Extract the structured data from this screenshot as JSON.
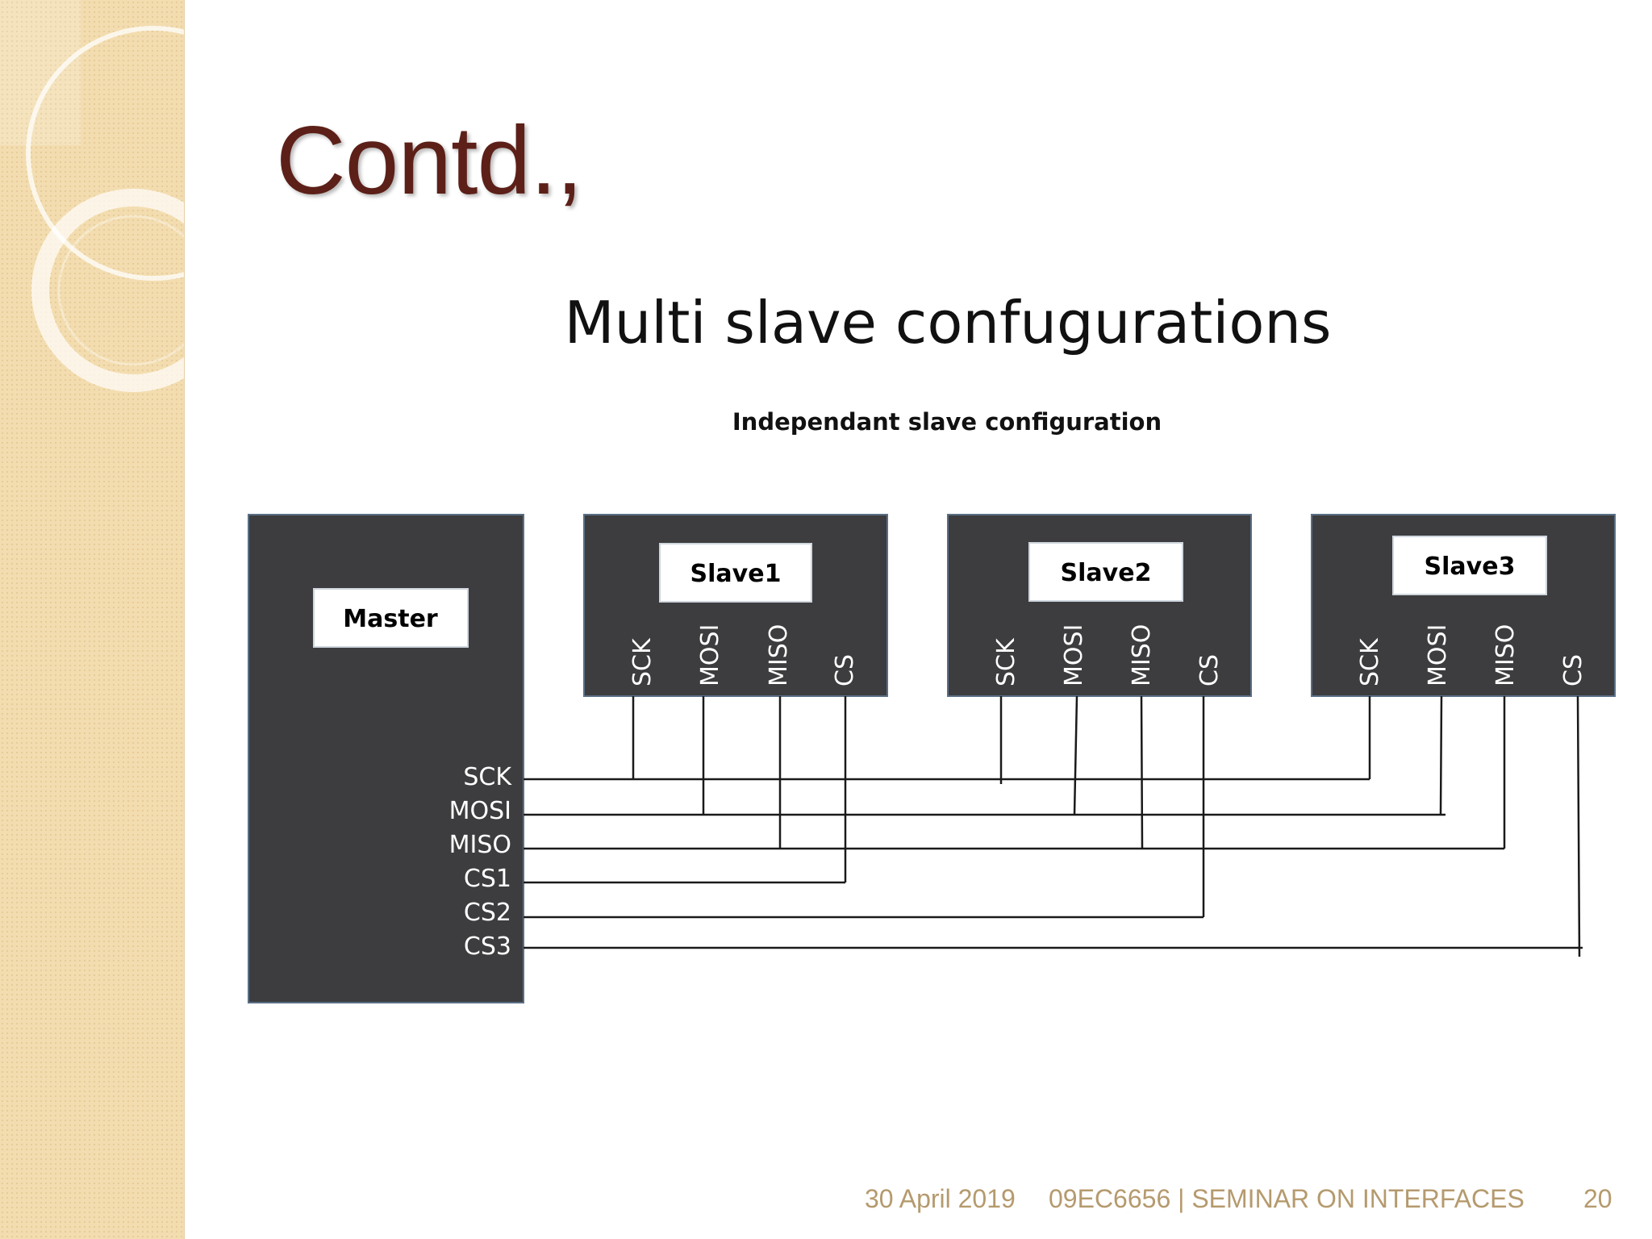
{
  "slide": {
    "title": "Contd.,",
    "footer": {
      "date": "30 April 2019",
      "course": "09EC6656 | SEMINAR ON INTERFACES",
      "page": "20"
    }
  },
  "diagram": {
    "heading": "Multi slave confugurations",
    "subheading": "Independant slave configuration",
    "master": {
      "label": "Master",
      "pins": [
        "SCK",
        "MOSI",
        "MISO",
        "CS1",
        "CS2",
        "CS3"
      ]
    },
    "slaves": [
      {
        "label": "Slave1",
        "pins": [
          "SCK",
          "MOSI",
          "MISO",
          "CS"
        ]
      },
      {
        "label": "Slave2",
        "pins": [
          "SCK",
          "MOSI",
          "MISO",
          "CS"
        ]
      },
      {
        "label": "Slave3",
        "pins": [
          "SCK",
          "MOSI",
          "MISO",
          "CS"
        ]
      }
    ]
  },
  "colors": {
    "title": "#5c2018",
    "block": "#3d3d3f",
    "footer": "#b59a6e",
    "sidebar": "#f3ddb0"
  }
}
